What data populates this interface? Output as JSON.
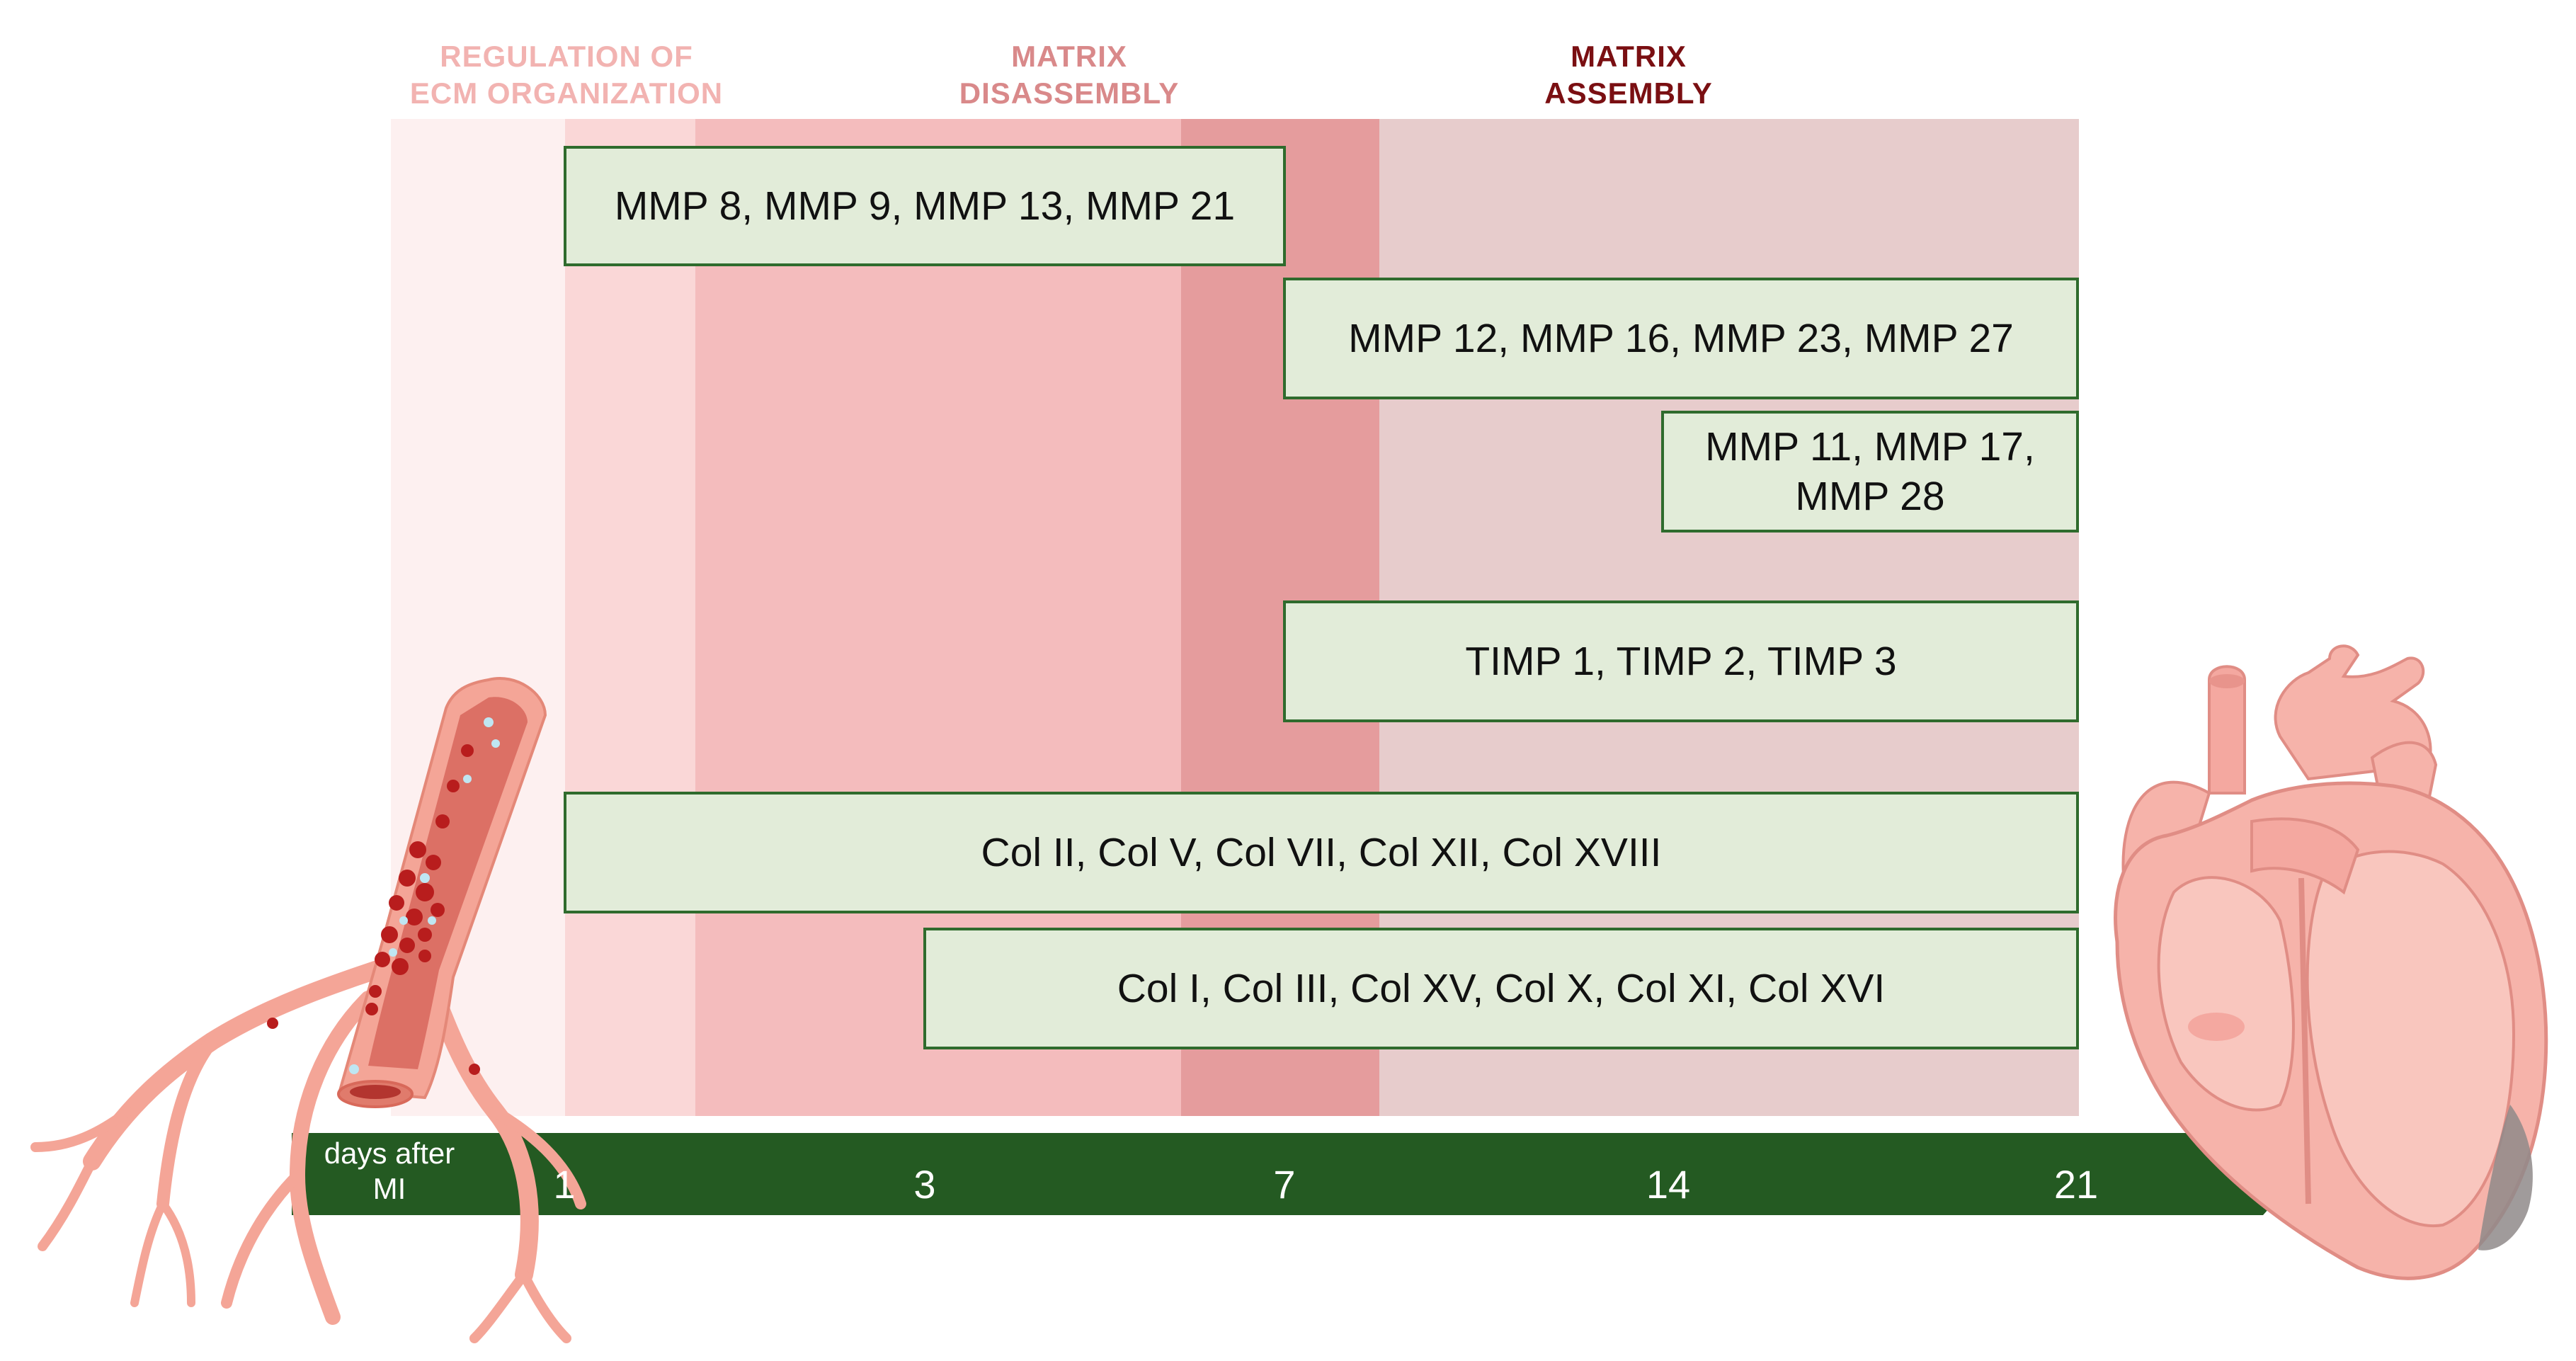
{
  "phases": [
    {
      "label": "REGULATION OF\nECM ORGANIZATION",
      "color": "#f2b3b1"
    },
    {
      "label": "MATRIX\nDISASSEMBLY",
      "color": "#d9898a"
    },
    {
      "label": "MATRIX\nASSEMBLY",
      "color": "#7a0f12"
    }
  ],
  "timeline": {
    "axis_label": "days after\nMI",
    "ticks": [
      "1",
      "3",
      "7",
      "14",
      "21"
    ],
    "arrow_color": "#245a22"
  },
  "boxes": [
    {
      "text": "MMP 8, MMP 9, MMP 13, MMP 21"
    },
    {
      "text": "MMP 12, MMP 16, MMP 23, MMP 27"
    },
    {
      "text": "MMP 11, MMP 17,\nMMP 28"
    },
    {
      "text": "TIMP 1, TIMP 2, TIMP 3"
    },
    {
      "text": "Col II, Col V, Col VII, Col XII, Col XVIII"
    },
    {
      "text": "Col I, Col III, Col XV, Col X, Col XI, Col XVI"
    }
  ],
  "colors": {
    "box_fill": "#e2ecd9",
    "box_border": "#2f6b2d",
    "band_regulation": "#fdf0f0",
    "band_early": "#fad7d7",
    "band_disassembly": "#f4bcbd",
    "band_peak": "#e59c9d",
    "band_assembly": "#e7cccc",
    "vessel": "#f4a597",
    "heart": "#f6b3aa"
  },
  "illustrations": [
    "blood-vessel-icon",
    "heart-icon"
  ]
}
